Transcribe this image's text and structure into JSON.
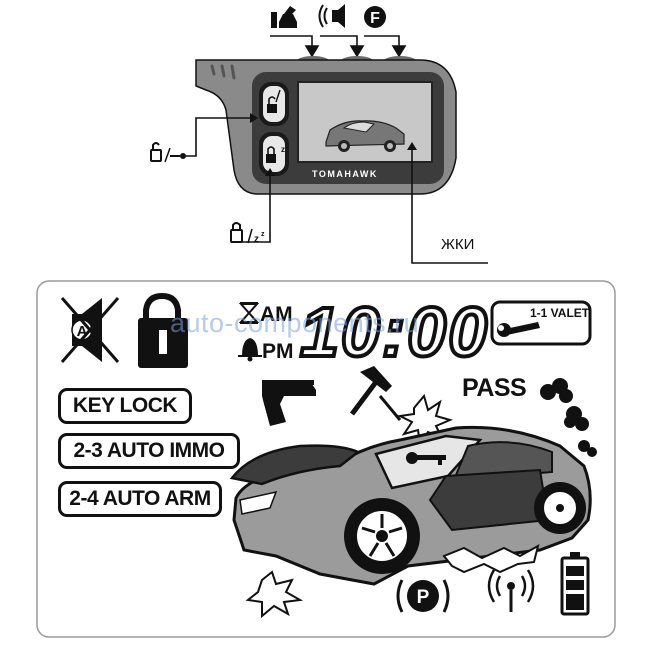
{
  "watermark": "auto-components.ru",
  "fob": {
    "brand": "TOMAHAWK",
    "lcd_label": "ЖКИ",
    "unlock_label_glyphs": "🔓⁄⊸",
    "lock_label_glyphs": "🔒⁄ᶻᶻ"
  },
  "display": {
    "am_label": "AM",
    "pm_label": "PM",
    "clock": "10:00",
    "valet_label": "1-1 VALET",
    "pass_label": "PASS",
    "mode_labels": {
      "key_lock": "KEY LOCK",
      "auto_immo": "2-3 AUTO IMMO",
      "auto_arm": "2-4 AUTO ARM"
    },
    "parking_letter": "P",
    "sound_letter": "A",
    "function_letter": "F"
  },
  "colors": {
    "body_gray": "#8a8a8a",
    "dark_gray": "#3c3c3c",
    "lcd_gray": "#c8c8c8",
    "car_gray": "#9b9b9b",
    "outline": "#111111"
  },
  "icons": [
    "trunk-car-icon",
    "vibration-speaker-icon",
    "function-f-icon",
    "unlock-key-icon",
    "lock-sleep-icon",
    "sound-off-icon",
    "padlock-open-icon",
    "hourglass-icon",
    "bell-icon",
    "wrench-icon",
    "pistol-icon",
    "hammer-icon",
    "smoke-icon",
    "key-icon",
    "parking-icon",
    "antenna-icon",
    "battery-icon",
    "sports-car-icon"
  ]
}
